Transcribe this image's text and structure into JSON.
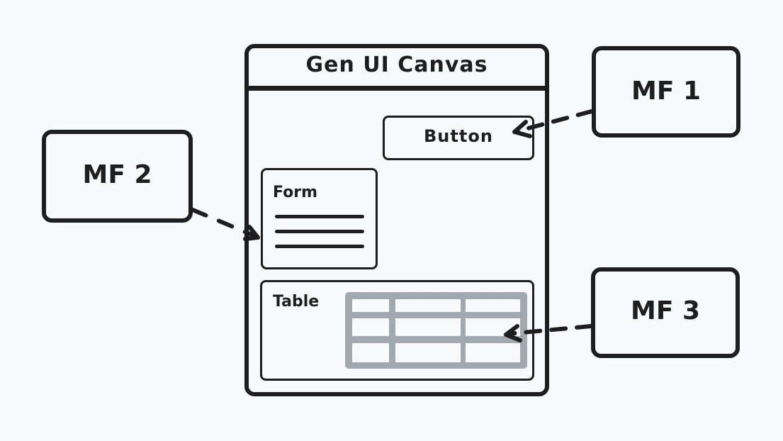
{
  "canvas": {
    "title": "Gen UI Canvas",
    "components": {
      "button": {
        "label": "Button"
      },
      "form": {
        "label": "Form",
        "field_lines": 3
      },
      "table": {
        "label": "Table",
        "rows": 3,
        "columns": 3
      }
    }
  },
  "microfrontends": [
    {
      "id": "mf1",
      "label": "MF 1",
      "targets": "Button"
    },
    {
      "id": "mf2",
      "label": "MF 2",
      "targets": "Form"
    },
    {
      "id": "mf3",
      "label": "MF 3",
      "targets": "Table"
    }
  ],
  "colors": {
    "stroke": "#1e1e1e",
    "background": "#f8f9fa",
    "table_grid": "#a1a8b0"
  },
  "edges": [
    {
      "from": "MF 1",
      "to": "Button",
      "style": "dashed"
    },
    {
      "from": "MF 2",
      "to": "Form",
      "style": "dashed"
    },
    {
      "from": "MF 3",
      "to": "Table",
      "style": "dashed"
    }
  ]
}
